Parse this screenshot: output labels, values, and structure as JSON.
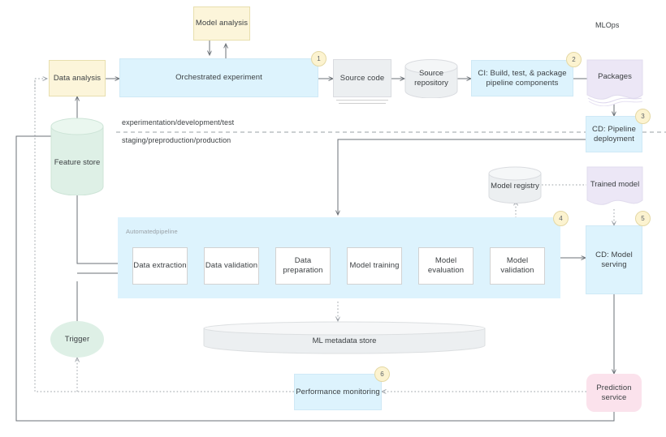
{
  "diagram": {
    "title_label": "MLOps",
    "zone_labels": {
      "upper": "experimentation/development/test",
      "lower": "staging/preproduction/production"
    },
    "pipeline_band_label": "Automatedpipeline",
    "nodes": {
      "model_analysis": "Model analysis",
      "data_analysis": "Data analysis",
      "orchestrated_experiment": "Orchestrated experiment",
      "source_code": "Source code",
      "source_repository": "Source repository",
      "ci_build": "CI: Build, test, & package pipeline components",
      "packages": "Packages",
      "cd_pipeline_deployment": "CD: Pipeline deployment",
      "feature_store": "Feature store",
      "model_registry": "Model registry",
      "trained_model": "Trained model",
      "data_extraction": "Data extraction",
      "data_validation": "Data validation",
      "data_preparation": "Data preparation",
      "model_training": "Model training",
      "model_evaluation": "Model evaluation",
      "model_validation": "Model validation",
      "cd_model_serving": "CD: Model serving",
      "ml_metadata_store": "ML metadata store",
      "trigger": "Trigger",
      "performance_monitoring": "Performance monitoring",
      "prediction_service": "Prediction service"
    },
    "badges": {
      "b1": "1",
      "b2": "2",
      "b3": "3",
      "b4": "4",
      "b5": "5",
      "b6": "6"
    },
    "colors": {
      "cream": "#fcf5da",
      "cream_border": "#e8dfae",
      "blue": "#ddf3fd",
      "gray": "#eceff1",
      "purple": "#ece7f6",
      "pink": "#fbe2ec",
      "green": "#def0e6",
      "badge": "#fcf3d0",
      "line": "#6b7177",
      "text": "#3c4043"
    }
  }
}
